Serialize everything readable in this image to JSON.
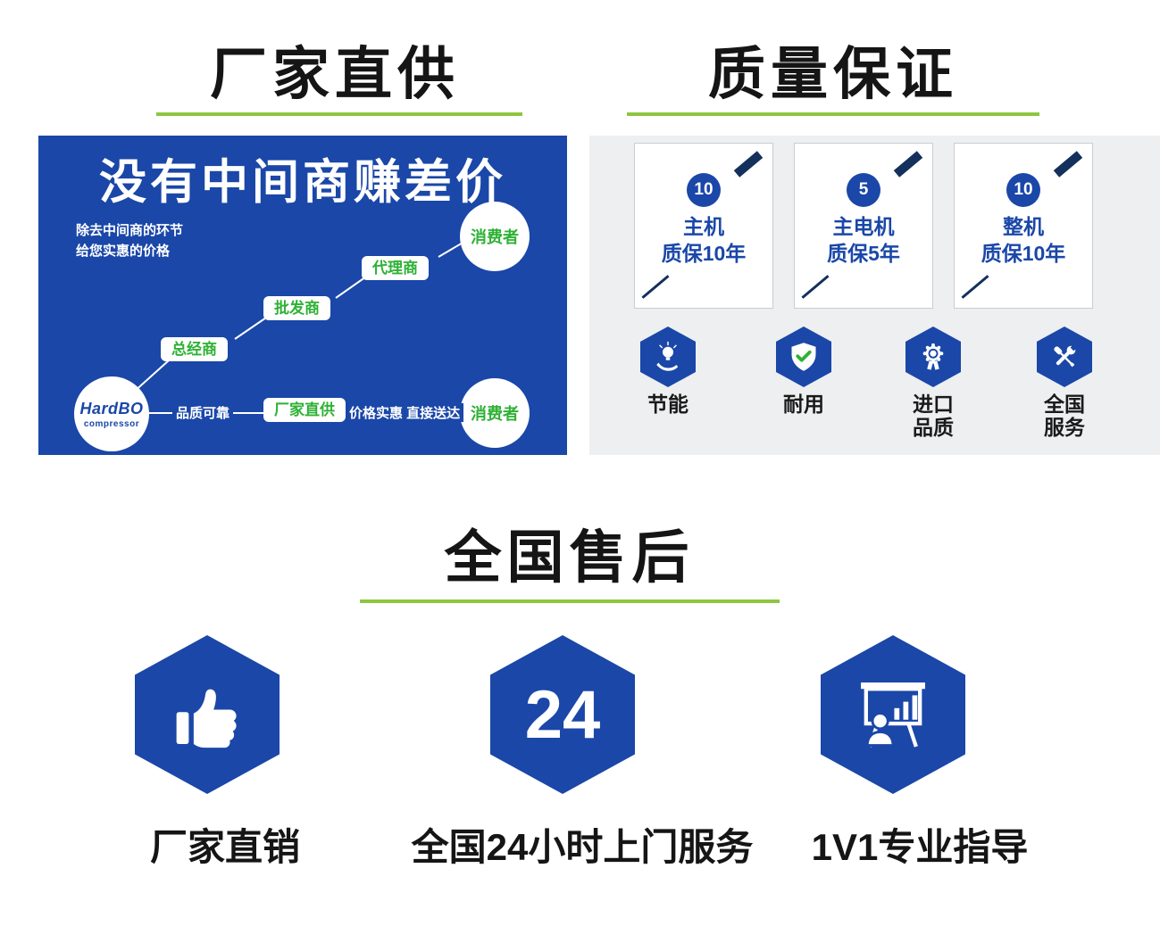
{
  "colors": {
    "blue": "#1a47a8",
    "navy": "#14305c",
    "green_line": "#8dc63f",
    "green_text": "#2eb135",
    "gray_bg": "#edeff1"
  },
  "factory": {
    "title": "厂家直供",
    "panel": {
      "headline": "没有中间商赚差价",
      "note": "除去中间商的环节\n给您实惠的价格",
      "steps": [
        {
          "label": "总经商"
        },
        {
          "label": "批发商"
        },
        {
          "label": "代理商"
        }
      ],
      "consumer_top": "消费者",
      "consumer_bottom": "消费者",
      "brand_name": "HardBO",
      "brand_sub": "compressor",
      "quality_note": "品质可靠",
      "direct_pill": "厂家直供",
      "price_note": "价格实惠 直接送达"
    }
  },
  "quality": {
    "title": "质量保证",
    "cards": [
      {
        "badge": "10",
        "line1": "主机",
        "line2": "质保10年"
      },
      {
        "badge": "5",
        "line1": "主电机",
        "line2": "质保5年"
      },
      {
        "badge": "10",
        "line1": "整机",
        "line2": "质保10年"
      }
    ],
    "features": [
      {
        "icon": "energy-saving-icon",
        "label": "节能"
      },
      {
        "icon": "durability-shield-icon",
        "label": "耐用"
      },
      {
        "icon": "imported-quality-medal-icon",
        "label": "进口\n品质"
      },
      {
        "icon": "national-service-tools-icon",
        "label": "全国\n服务"
      }
    ]
  },
  "aftersales": {
    "title": "全国售后",
    "hex_number": "24",
    "items": [
      {
        "icon": "thumbs-up-icon",
        "label": "厂家直销"
      },
      {
        "icon": "24-hours-hexagon",
        "label": "全国24小时上门服务"
      },
      {
        "icon": "presentation-chart-icon",
        "label": "1V1专业指导"
      }
    ]
  }
}
